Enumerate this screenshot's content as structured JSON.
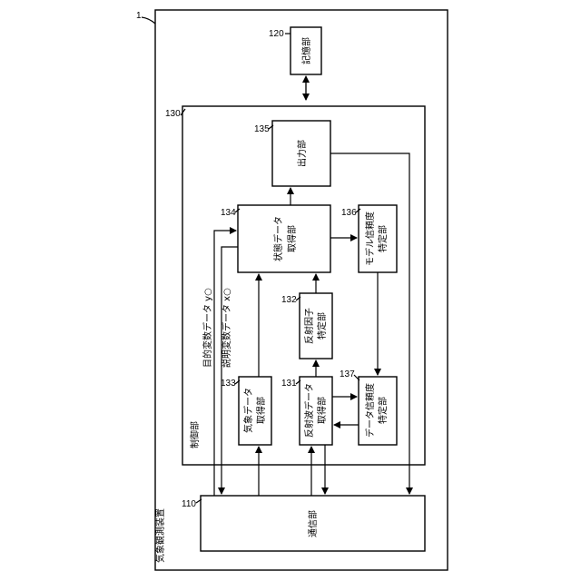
{
  "diagram": {
    "device_ref": "1",
    "device_label": "気象観測装置",
    "control_ref": "130",
    "control_label": "制御部",
    "blocks": {
      "storage": {
        "ref": "120",
        "label": "記憶部"
      },
      "output": {
        "ref": "135",
        "label": "出力部"
      },
      "state": {
        "ref": "134",
        "label_line1": "状態データ",
        "label_line2": "取得部"
      },
      "model_rel": {
        "ref": "136",
        "label_line1": "モデル信頼度",
        "label_line2": "特定部"
      },
      "reflection": {
        "ref": "132",
        "label_line1": "反射因子",
        "label_line2": "特定部"
      },
      "weather": {
        "ref": "133",
        "label_line1": "気象データ",
        "label_line2": "取得部"
      },
      "reflect_wave": {
        "ref": "131",
        "label_line1": "反射波データ",
        "label_line2": "取得部"
      },
      "data_rel": {
        "ref": "137",
        "label_line1": "データ信頼度",
        "label_line2": "特定部"
      },
      "comm": {
        "ref": "110",
        "label": "通信部"
      }
    },
    "signals": {
      "objective": "目的変数データ y○",
      "explanatory": "説明変数データ x○"
    }
  }
}
